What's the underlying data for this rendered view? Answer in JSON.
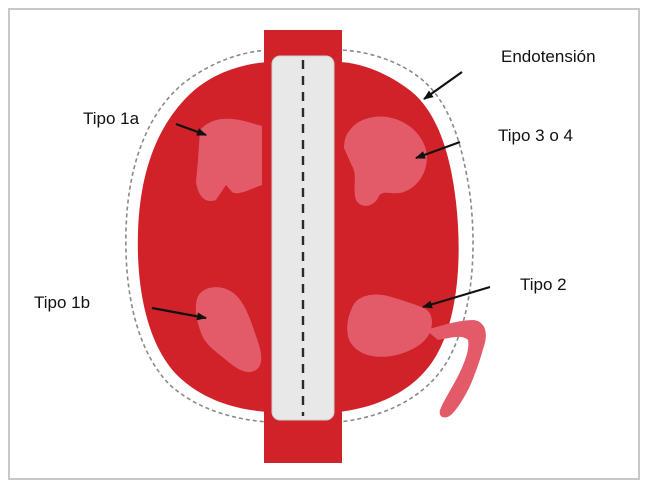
{
  "labels": {
    "endotension": "Endotensión",
    "tipo_1a": "Tipo 1a",
    "tipo_3_o_4": "Tipo 3 o 4",
    "tipo_1b": "Tipo 1b",
    "tipo_2": "Tipo 2"
  },
  "colors": {
    "aneurysm_sac": "#d4232a",
    "sac_shadow": "#b81a20",
    "leak_region": "#e35b6a",
    "stent_graft": "#e6e6e6",
    "arrow": "#111111",
    "dashed_outline": "#888888"
  }
}
